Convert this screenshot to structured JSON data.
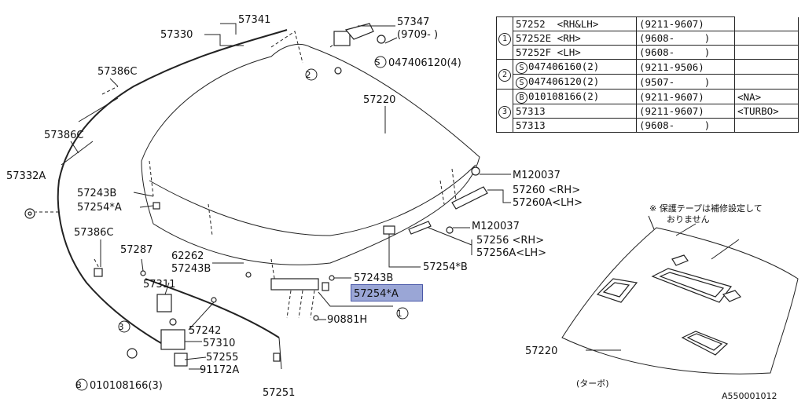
{
  "table": {
    "rows": [
      {
        "idx": "1",
        "sym": "",
        "part": "57252  <RH&LH>",
        "date": "(9211-9607)",
        "note": ""
      },
      {
        "idx": "",
        "sym": "",
        "part": "57252E <RH>",
        "date": "(9608-     )",
        "note": ""
      },
      {
        "idx": "",
        "sym": "",
        "part": "57252F <LH>",
        "date": "(9608-     )",
        "note": ""
      },
      {
        "idx": "2",
        "sym": "S",
        "part": "047406160(2)",
        "date": "(9211-9506)",
        "note": ""
      },
      {
        "idx": "",
        "sym": "S",
        "part": "047406120(2)",
        "date": "(9507-     )",
        "note": ""
      },
      {
        "idx": "3",
        "sym": "B",
        "part": "010108166(2)",
        "date": "(9211-9607)",
        "note": "<NA>"
      },
      {
        "idx": "",
        "sym": "",
        "part": "57313",
        "date": "(9211-9607)",
        "note": "<TURBO>"
      },
      {
        "idx": "",
        "sym": "",
        "part": "57313",
        "date": "(9608-     )",
        "note": ""
      }
    ]
  },
  "labels": {
    "p57330": "57330",
    "p57341": "57341",
    "p57347": "57347",
    "p57347_date": "(9709-     )",
    "s047406120": "047406120(4)",
    "p57386c_a": "57386C",
    "p57386c_b": "57386C",
    "p57386c_c": "57386C",
    "p57332a": "57332A",
    "p57243b_a": "57243B",
    "p57254a_a": "57254*A",
    "p57287": "57287",
    "p62262": "62262",
    "p57243b_b": "57243B",
    "p57311": "57311",
    "p57242": "57242",
    "p57310": "57310",
    "p57255": "57255",
    "p91172a": "91172A",
    "b010108166": "010108166(3)",
    "p57251": "57251",
    "p57220": "57220",
    "m120037_a": "M120037",
    "p57260": "57260 <RH>",
    "p57260a": "57260A<LH>",
    "m120037_b": "M120037",
    "p57256": "57256 <RH>",
    "p57256a": "57256A<LH>",
    "p57254b": "57254*B",
    "p57243b_c": "57243B",
    "p57254a_b": "57254*A",
    "p90881h": "90881H",
    "note_line1": "※ 保護テープは補修設定して",
    "note_line2": "おりません",
    "p57220_turbo": "57220",
    "turbo_caption": "(ターボ)",
    "figure_id": "A550001012",
    "circle1": "1",
    "circle2": "2",
    "circle3": "3",
    "circle1b": "1",
    "sym_s": "S",
    "sym_b": "B"
  }
}
